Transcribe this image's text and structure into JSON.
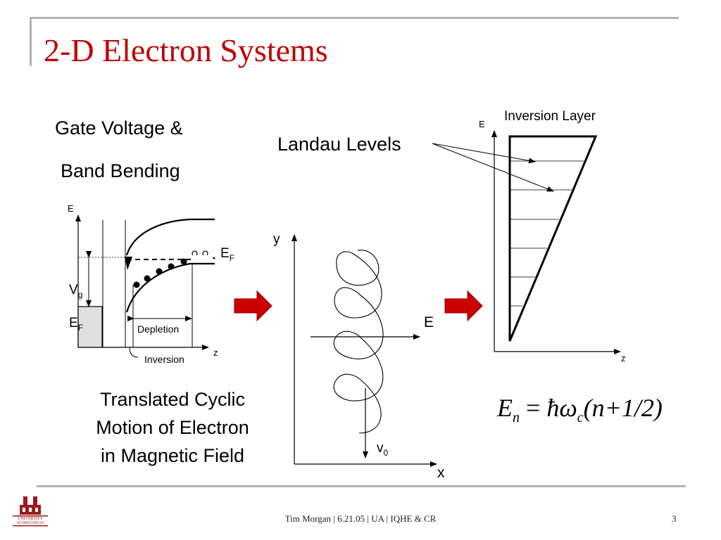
{
  "slide": {
    "title": "2-D Electron Systems",
    "colors": {
      "title": "#c00000",
      "arrow": "#cc0000",
      "frame": "#b3b3b3"
    }
  },
  "left_panel": {
    "heading_line1": "Gate Voltage &",
    "heading_line2": "Band Bending",
    "axis_y": "E",
    "axis_x": "z",
    "ef": "E",
    "ef_sub": "F",
    "vg": "V",
    "vg_sub": "g",
    "ef_left": "E",
    "ef_left_sub": "F",
    "depletion": "Depletion",
    "inversion": "Inversion"
  },
  "caption": {
    "line1": "Translated Cyclic",
    "line2": "Motion of Electron",
    "line3": "in Magnetic Field"
  },
  "middle_panel": {
    "axis_y": "y",
    "axis_x": "x",
    "field": "E",
    "velocity": "v",
    "velocity_sub": "0",
    "landau": "Landau Levels"
  },
  "right_panel": {
    "title": "Inversion Layer",
    "axis_y": "E",
    "axis_x": "z"
  },
  "equation": {
    "lhs": "E",
    "lhs_sub": "n",
    "eq": "=",
    "hbar": "ħ",
    "omega": "ω",
    "omega_sub": "c",
    "rhs": "(n+1/2)"
  },
  "footer": {
    "text": "Tim Morgan | 6.21.05 | UA | IQHE & CR",
    "page": "3"
  },
  "logo": {
    "line1": "UNIVERSITY",
    "line2": "of ARKANSAS"
  }
}
